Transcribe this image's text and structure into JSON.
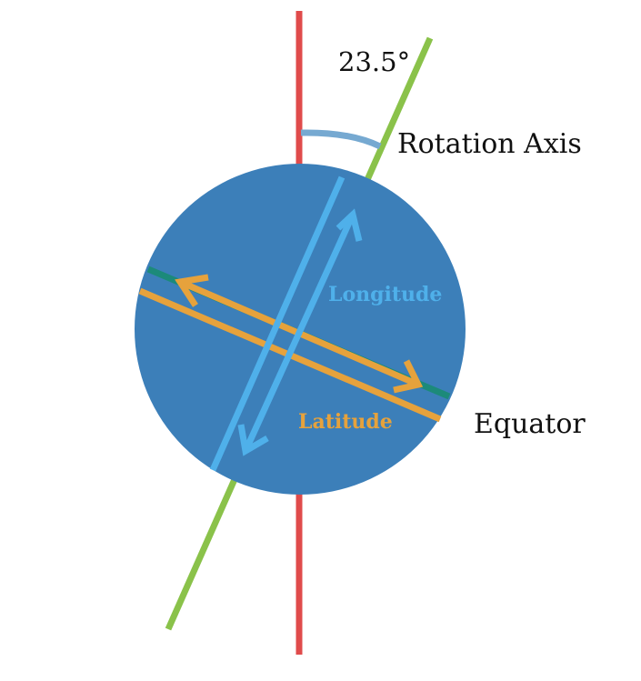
{
  "diagram": {
    "angle_label": "23.5°",
    "rotation_axis_label": "Rotation Axis",
    "longitude_label": "Longitude",
    "latitude_label": "Latitude",
    "equator_label": "Equator",
    "colors": {
      "vertical_axis": "#e04b4b",
      "tilted_axis": "#8ac24a",
      "globe": "#3c7fb9",
      "angle_arc": "#76a9d1",
      "longitude": "#4fb0ea",
      "latitude": "#e6a23c",
      "equator": "#1c8a7a",
      "text": "#111111"
    }
  }
}
